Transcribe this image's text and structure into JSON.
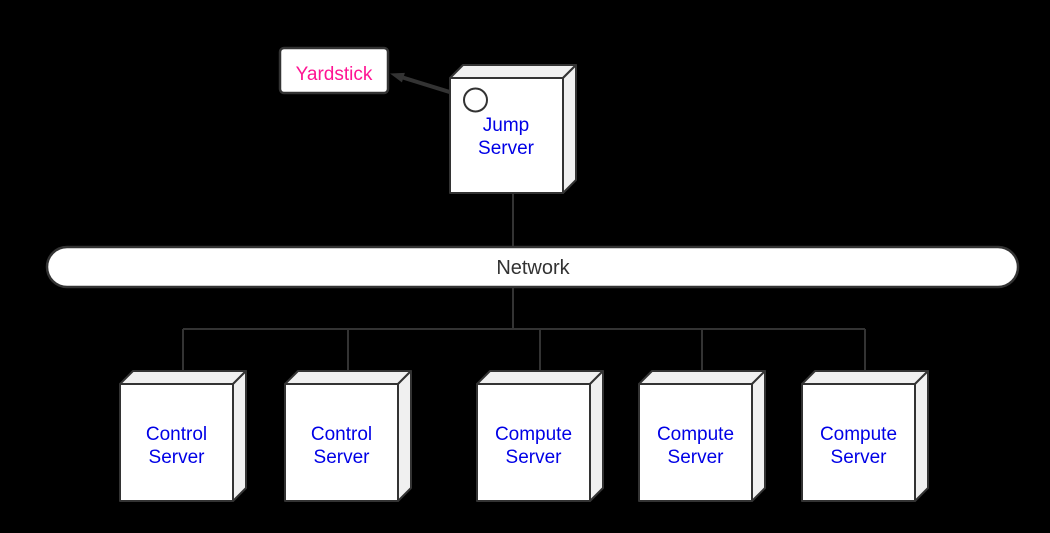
{
  "diagram": {
    "background_color": "#000000",
    "stroke_color": "#333333",
    "box_front_color": "#ffffff",
    "box_side_color": "#f0f0f0",
    "server_text_color": "#0000e6",
    "yardstick": {
      "label": "Yardstick",
      "text_color": "#ff1493",
      "fill": "#ffffff"
    },
    "jump_server": {
      "lines": [
        "Jump",
        "Server"
      ],
      "text_color": "#0000e6"
    },
    "network": {
      "label": "Network",
      "text_color": "#333333",
      "fill": "#ffffff"
    },
    "servers": [
      {
        "lines": [
          "Control",
          "Server"
        ]
      },
      {
        "lines": [
          "Control",
          "Server"
        ]
      },
      {
        "lines": [
          "Compute",
          "Server"
        ]
      },
      {
        "lines": [
          "Compute",
          "Server"
        ]
      },
      {
        "lines": [
          "Compute",
          "Server"
        ]
      }
    ],
    "connections": [
      "jump-server -> yardstick",
      "jump-server - network",
      "network - control-server-1",
      "network - control-server-2",
      "network - compute-server-1",
      "network - compute-server-2",
      "network - compute-server-3"
    ]
  }
}
